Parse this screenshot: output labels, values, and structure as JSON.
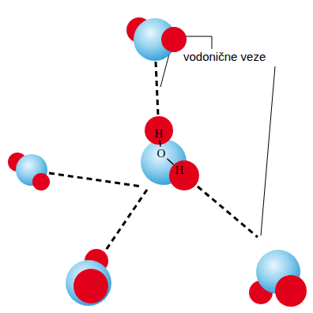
{
  "diagram": {
    "nodes": [
      {
        "text": [
          "H"
        ]
      },
      {
        "text": [
          "O"
        ]
      },
      {
        "text": [
          "H"
        ]
      }
    ],
    "edges": [
      {
        "from": 0,
        "to": 1,
        "arrow": "none"
      },
      {
        "from": 1,
        "to": 2,
        "arrow": "none"
      }
    ],
    "labels": [
      "vodonične veze"
    ]
  }
}
